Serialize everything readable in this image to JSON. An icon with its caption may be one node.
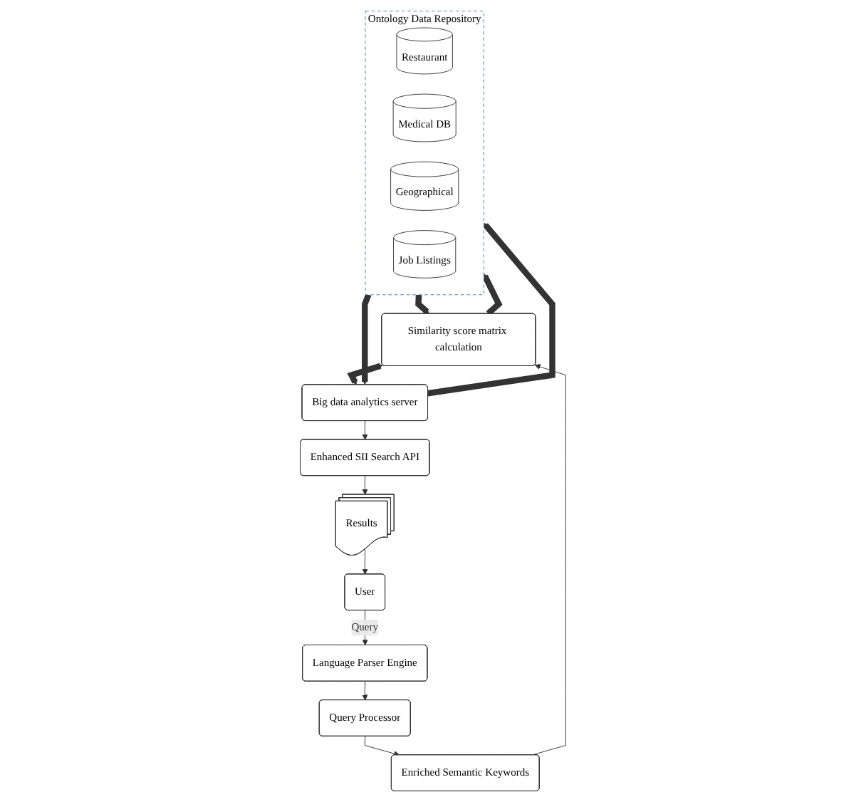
{
  "diagram": {
    "nodes": [
      {
        "text": [
          "User"
        ]
      },
      {
        "text": [
          "Language Parser Engine"
        ]
      },
      {
        "text": [
          "Query Processor"
        ]
      },
      {
        "text": [
          "Enriched Semantic Keywords"
        ]
      },
      {
        "text": [
          "Similarity score matrix calculation"
        ]
      },
      {
        "text": [
          "Results"
        ]
      },
      {
        "text": [
          "Enhanced SII Search API"
        ]
      },
      {
        "text": [
          "Big data analytics server"
        ]
      },
      {
        "text": [
          "Ontology Data Repository"
        ]
      },
      {
        "text": [
          "Restaurant"
        ],
        "in": 8
      },
      {
        "text": [
          "Medical DB"
        ],
        "in": 8
      },
      {
        "text": [
          "Geographical"
        ],
        "in": 8
      },
      {
        "text": [
          "Job Listings"
        ],
        "in": 8
      }
    ],
    "edges": [
      {
        "from": 0,
        "to": 1,
        "arrow": "to",
        "label": "Query"
      },
      {
        "from": 1,
        "to": 2,
        "arrow": "to"
      },
      {
        "from": 2,
        "to": 3,
        "arrow": "to"
      },
      {
        "from": 3,
        "to": 4,
        "arrow": "to"
      },
      {
        "from": 4,
        "to": 7,
        "arrow": "both",
        "style": "thick"
      },
      {
        "from": 7,
        "to": 6,
        "arrow": "to"
      },
      {
        "from": 6,
        "to": 5,
        "arrow": "to"
      },
      {
        "from": 5,
        "to": 0,
        "arrow": "to"
      },
      {
        "from": 8,
        "to": 4,
        "arrow": "to",
        "style": "thick"
      },
      {
        "from": 4,
        "to": 8,
        "arrow": "to",
        "style": "thick"
      },
      {
        "from": 8,
        "to": 7,
        "arrow": "to",
        "style": "thick"
      },
      {
        "from": 7,
        "to": 8,
        "arrow": "to",
        "style": "thick"
      }
    ]
  }
}
